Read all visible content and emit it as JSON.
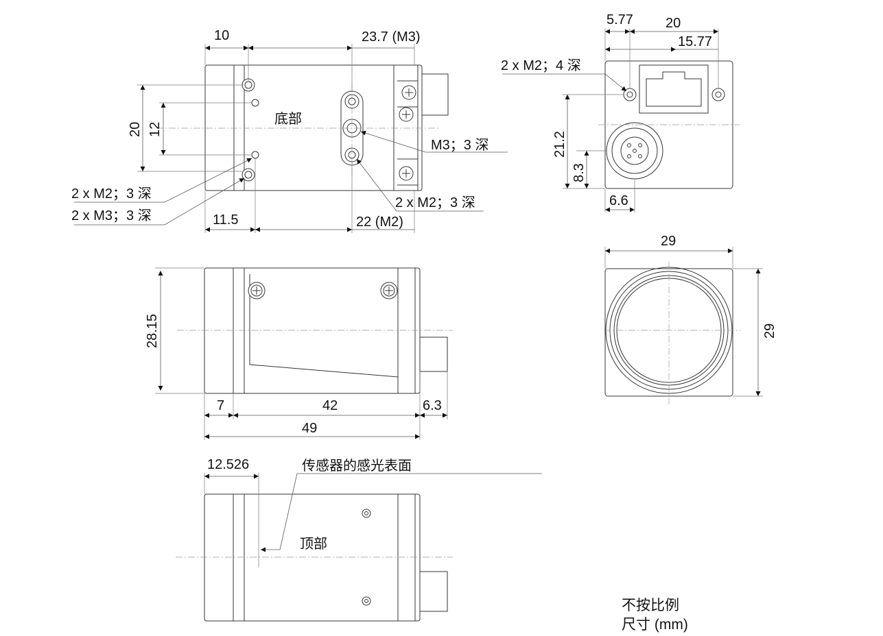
{
  "colors": {
    "line": "#333333",
    "dim": "#555555",
    "text": "#111111"
  },
  "bottom_view": {
    "title": "底部",
    "dims": {
      "d10": "10",
      "d23_7": "23.7 (M3)",
      "d20": "20",
      "d12": "12",
      "d11_5": "11.5",
      "d22": "22 (M2)"
    },
    "callouts": {
      "m3_3deep": "M3；3 深",
      "m2_3deep": "2 x M2；3 深",
      "m2x2_3deep": "2 x M2；3 深",
      "m3x2_3deep": "2 x M3；3 深"
    }
  },
  "back_view": {
    "dims": {
      "d5_77": "5.77",
      "d20": "20",
      "d15_77": "15.77",
      "d21_2": "21.2",
      "d8_3": "8.3",
      "d6_6": "6.6"
    },
    "callouts": {
      "m2_4deep": "2 x M2；4 深"
    }
  },
  "side_view": {
    "dims": {
      "d28_15": "28.15",
      "d7": "7",
      "d42": "42",
      "d6_3": "6.3",
      "d49": "49"
    }
  },
  "front_view": {
    "dims": {
      "w29": "29",
      "h29": "29"
    }
  },
  "top_view": {
    "title": "顶部",
    "dims": {
      "d12_526": "12.526"
    },
    "callouts": {
      "sensor": "传感器的感光表面"
    }
  },
  "notes": {
    "not_to_scale": "不按比例",
    "units": "尺寸 (mm)"
  }
}
